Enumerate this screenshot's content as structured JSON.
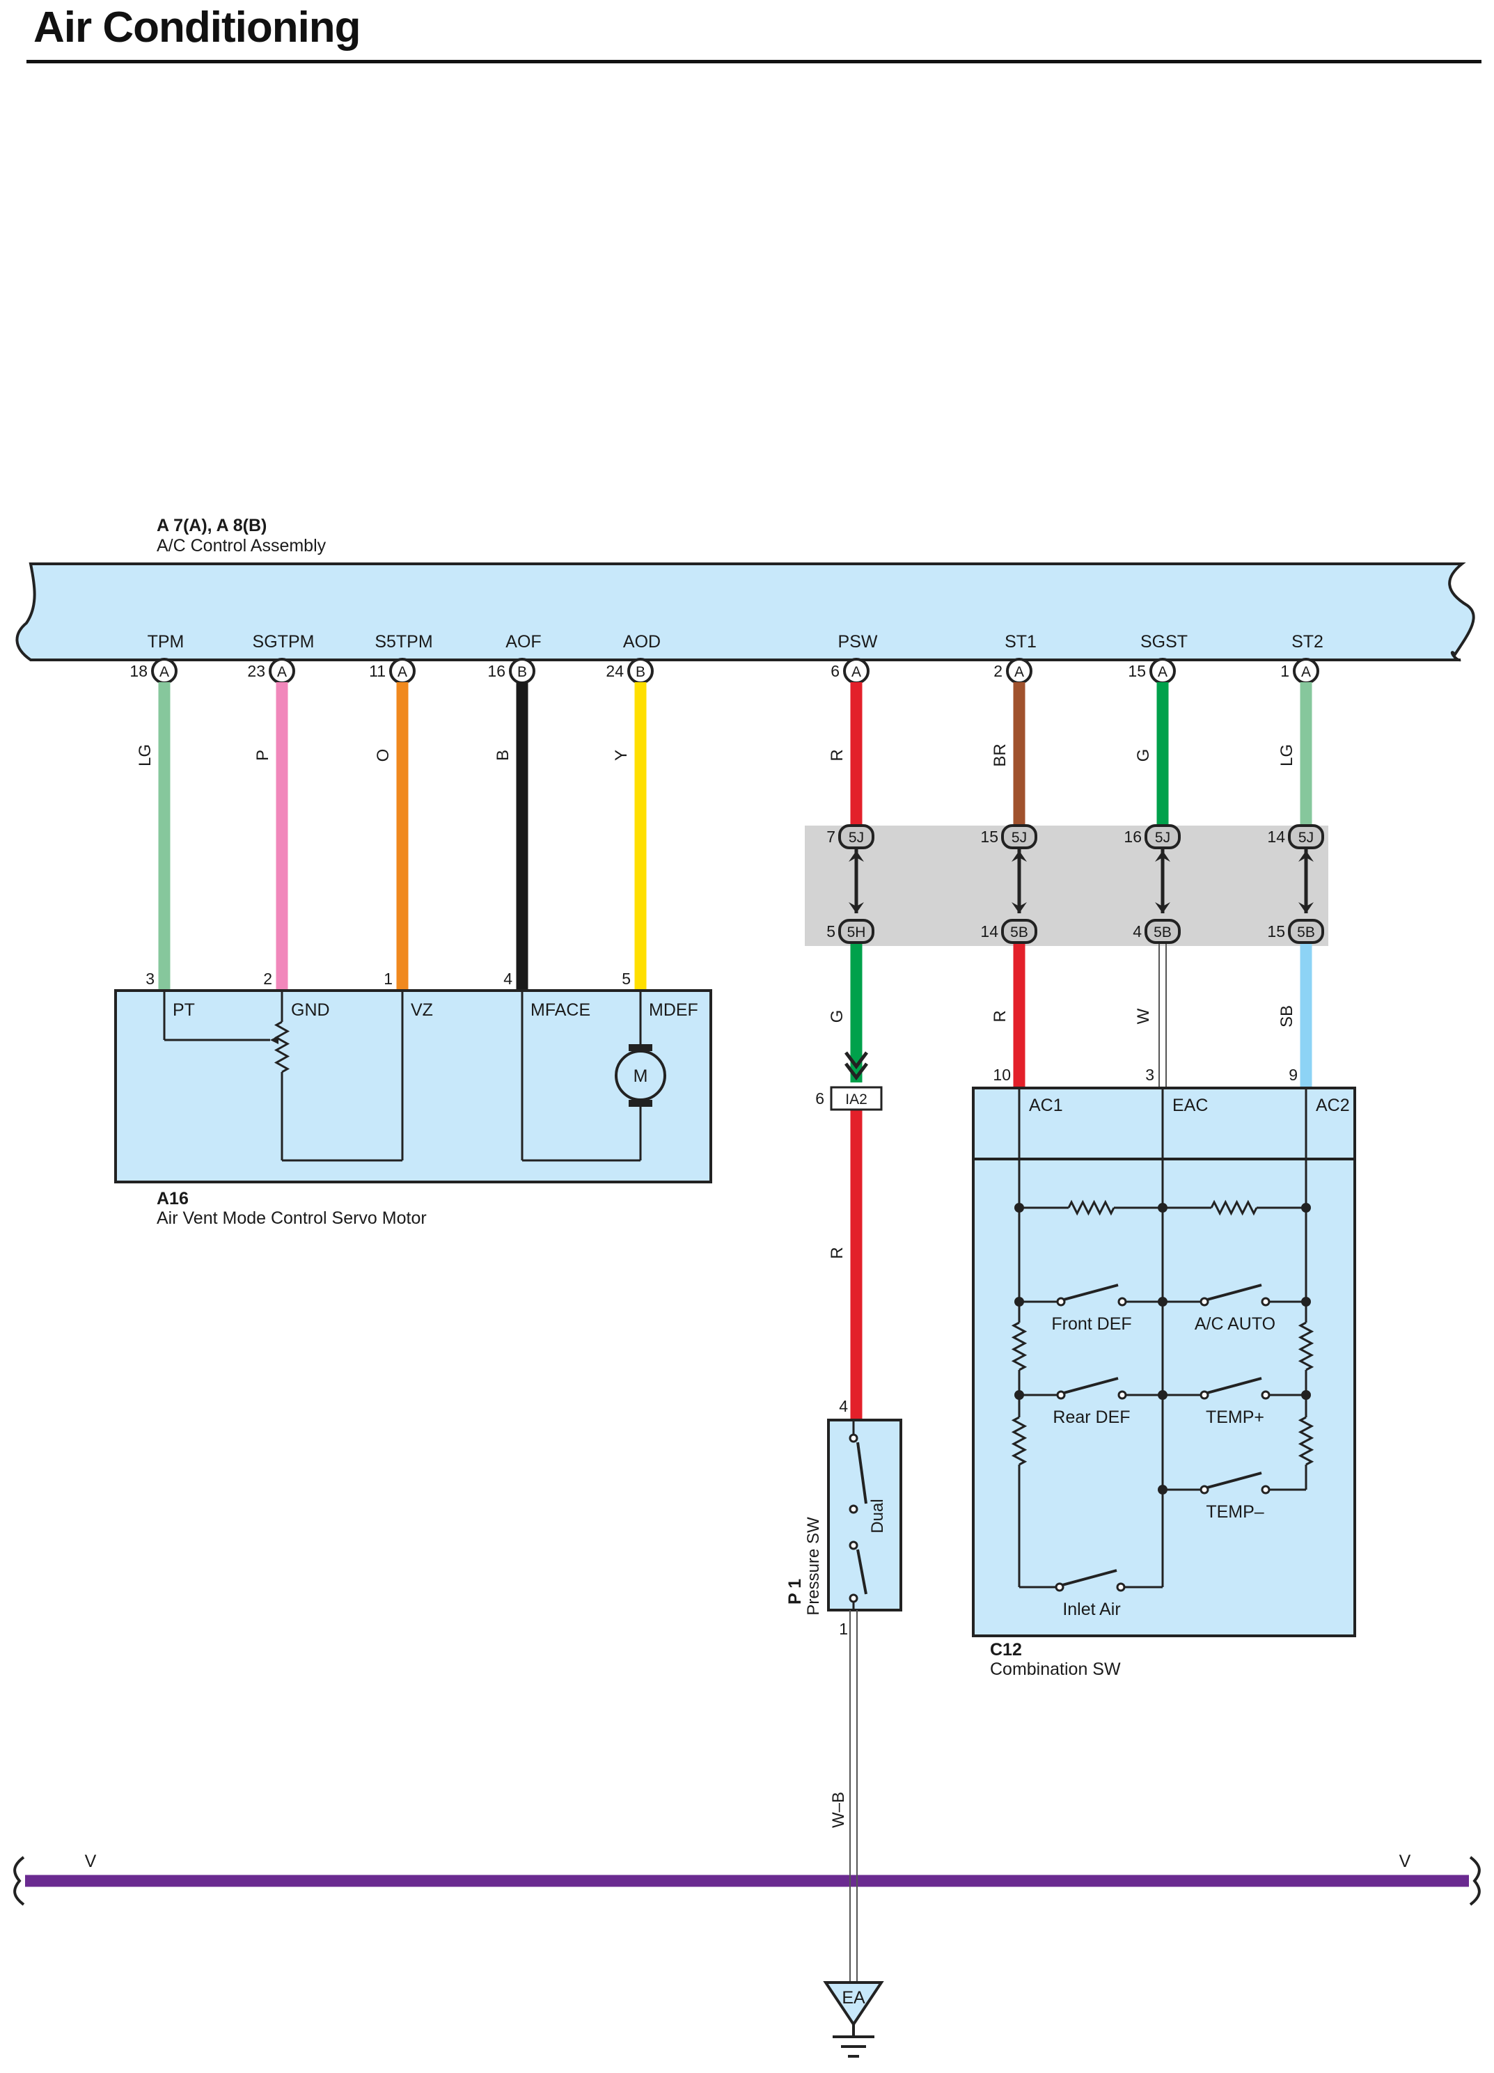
{
  "page_title": "Air Conditioning",
  "colors": {
    "box_fill": "#c8e8fa",
    "splice_fill": "#d3d3d3",
    "bus": "#6a2a90",
    "LG": "#86c79c",
    "P": "#f187bb",
    "O": "#f0891e",
    "B": "#1a1a1a",
    "Y": "#ffdf00",
    "R": "#e3202a",
    "BR": "#a0522d",
    "G": "#00a14b",
    "W": "#ffffff",
    "SB": "#8dd3f5"
  },
  "ac_control": {
    "code": "A 7(A), A 8(B)",
    "name": "A/C Control Assembly",
    "terminals": [
      {
        "label": "TPM",
        "pin": "18",
        "conn": "A",
        "wire": "LG"
      },
      {
        "label": "SGTPM",
        "pin": "23",
        "conn": "A",
        "wire": "P"
      },
      {
        "label": "S5TPM",
        "pin": "11",
        "conn": "A",
        "wire": "O"
      },
      {
        "label": "AOF",
        "pin": "16",
        "conn": "B",
        "wire": "B"
      },
      {
        "label": "AOD",
        "pin": "24",
        "conn": "B",
        "wire": "Y"
      },
      {
        "label": "PSW",
        "pin": "6",
        "conn": "A",
        "wire": "R"
      },
      {
        "label": "ST1",
        "pin": "2",
        "conn": "A",
        "wire": "BR"
      },
      {
        "label": "SGST",
        "pin": "15",
        "conn": "A",
        "wire": "G"
      },
      {
        "label": "ST2",
        "pin": "1",
        "conn": "A",
        "wire": "LG"
      }
    ]
  },
  "servo": {
    "code": "A16",
    "name": "Air Vent Mode Control Servo Motor",
    "pins": [
      "3",
      "2",
      "1",
      "4",
      "5"
    ],
    "terms": [
      "PT",
      "GND",
      "VZ",
      "MFACE",
      "MDEF"
    ],
    "motor": "M"
  },
  "junction": {
    "top": [
      {
        "pin": "7",
        "conn": "5J"
      },
      {
        "pin": "15",
        "conn": "5J"
      },
      {
        "pin": "16",
        "conn": "5J"
      },
      {
        "pin": "14",
        "conn": "5J"
      }
    ],
    "bottom": [
      {
        "pin": "5",
        "conn": "5H",
        "wire": "G"
      },
      {
        "pin": "14",
        "conn": "5B",
        "wire": "R"
      },
      {
        "pin": "4",
        "conn": "5B",
        "wire": "W"
      },
      {
        "pin": "15",
        "conn": "5B",
        "wire": "SB"
      }
    ]
  },
  "ia2": {
    "pin": "6",
    "conn": "IA2",
    "wire_below": "R"
  },
  "pressure_sw": {
    "code": "P 1",
    "name": "Pressure SW",
    "type": "Dual",
    "pin_top": "4",
    "pin_bottom": "1",
    "ground_wire": "W–B"
  },
  "combination_sw": {
    "code": "C12",
    "name": "Combination SW",
    "pins": [
      "10",
      "3",
      "9"
    ],
    "terms": [
      "AC1",
      "EAC",
      "AC2"
    ],
    "switches": [
      "Front DEF",
      "A/C AUTO",
      "Rear DEF",
      "TEMP+",
      "TEMP–",
      "Inlet Air"
    ]
  },
  "bus_label": "V",
  "ground": "EA"
}
